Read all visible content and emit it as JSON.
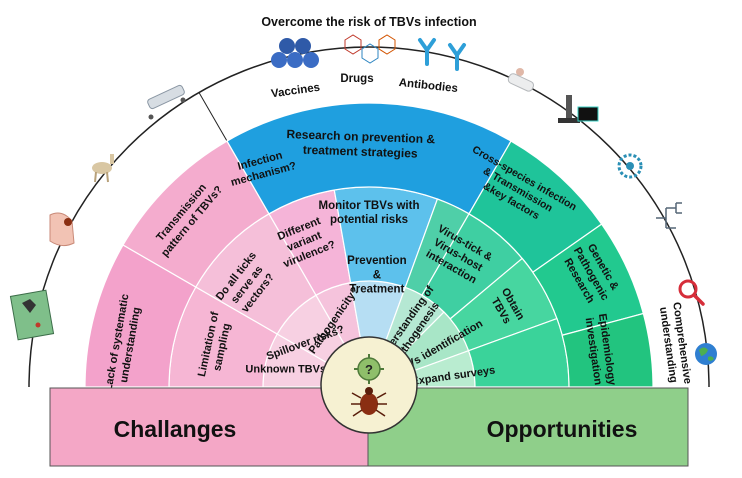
{
  "title": "Overcome the risk of TBVs infection",
  "footer": {
    "left_label": "Challanges",
    "right_label": "Opportunities",
    "left_color": "#f4a7c6",
    "right_color": "#8fcf8a"
  },
  "center": {
    "question_mark": "?",
    "icons": [
      "virus-icon",
      "tick-icon"
    ]
  },
  "left_segments": {
    "seg1": {
      "outer": [
        "Lack of systematic",
        "understanding"
      ],
      "middle": [
        "Limitation of",
        "sampling"
      ],
      "inner": [
        "Unknown TBVs?"
      ]
    },
    "seg2": {
      "outer": [
        "Transmission",
        "pattern of TBVs?"
      ],
      "middle": [
        "Do all ticks",
        "serve as",
        "vectors?"
      ],
      "inner": [
        "Spillover risks?"
      ]
    },
    "seg3": {
      "outer": [
        "Infection",
        "mechanism?"
      ],
      "middle": [
        "Different",
        "variant",
        "virulence?"
      ],
      "inner": [
        "Pathogenicity?"
      ]
    }
  },
  "top_segment": {
    "outer_labels": [
      "Vaccines",
      "Drugs",
      "Antibodies"
    ],
    "outer_heading": [
      "Research on prevention &",
      "treatment strategies"
    ],
    "middle": [
      "Monitor TBVs with",
      "potential risks"
    ],
    "inner": [
      "Prevention",
      "&",
      "Treatment"
    ]
  },
  "right_segments": {
    "seg1": {
      "outer": [
        "Cross-species infection",
        "& Transmission",
        "&key factors"
      ],
      "middle": [
        "Virus-tick &",
        "Virus-host",
        "interaction"
      ],
      "inner": [
        "Understanding of",
        "pathogenesis"
      ]
    },
    "seg2": {
      "outer": [
        "Genetic &",
        "Pathogenic",
        "Research"
      ],
      "middle": [
        "Obtain",
        "TBVs"
      ],
      "inner": [
        "TBVs identification"
      ]
    },
    "seg3": {
      "outer": [
        "Comprehensive",
        "understanding"
      ],
      "middle": [
        "Epidemiology",
        "investigation"
      ],
      "inner": [
        "Expand surveys"
      ]
    }
  },
  "decor_icons": {
    "left": [
      "map-icon",
      "human-tick-bite-icon",
      "deer-icon",
      "hospital-bed-icon"
    ],
    "top": [
      "virus-particles-icon",
      "molecule-icon",
      "antibody-icon"
    ],
    "right": [
      "lab-person-icon",
      "microscope-icon",
      "virus-cell-icon",
      "phylogeny-icon",
      "magnifier-icon",
      "globe-icon"
    ]
  }
}
